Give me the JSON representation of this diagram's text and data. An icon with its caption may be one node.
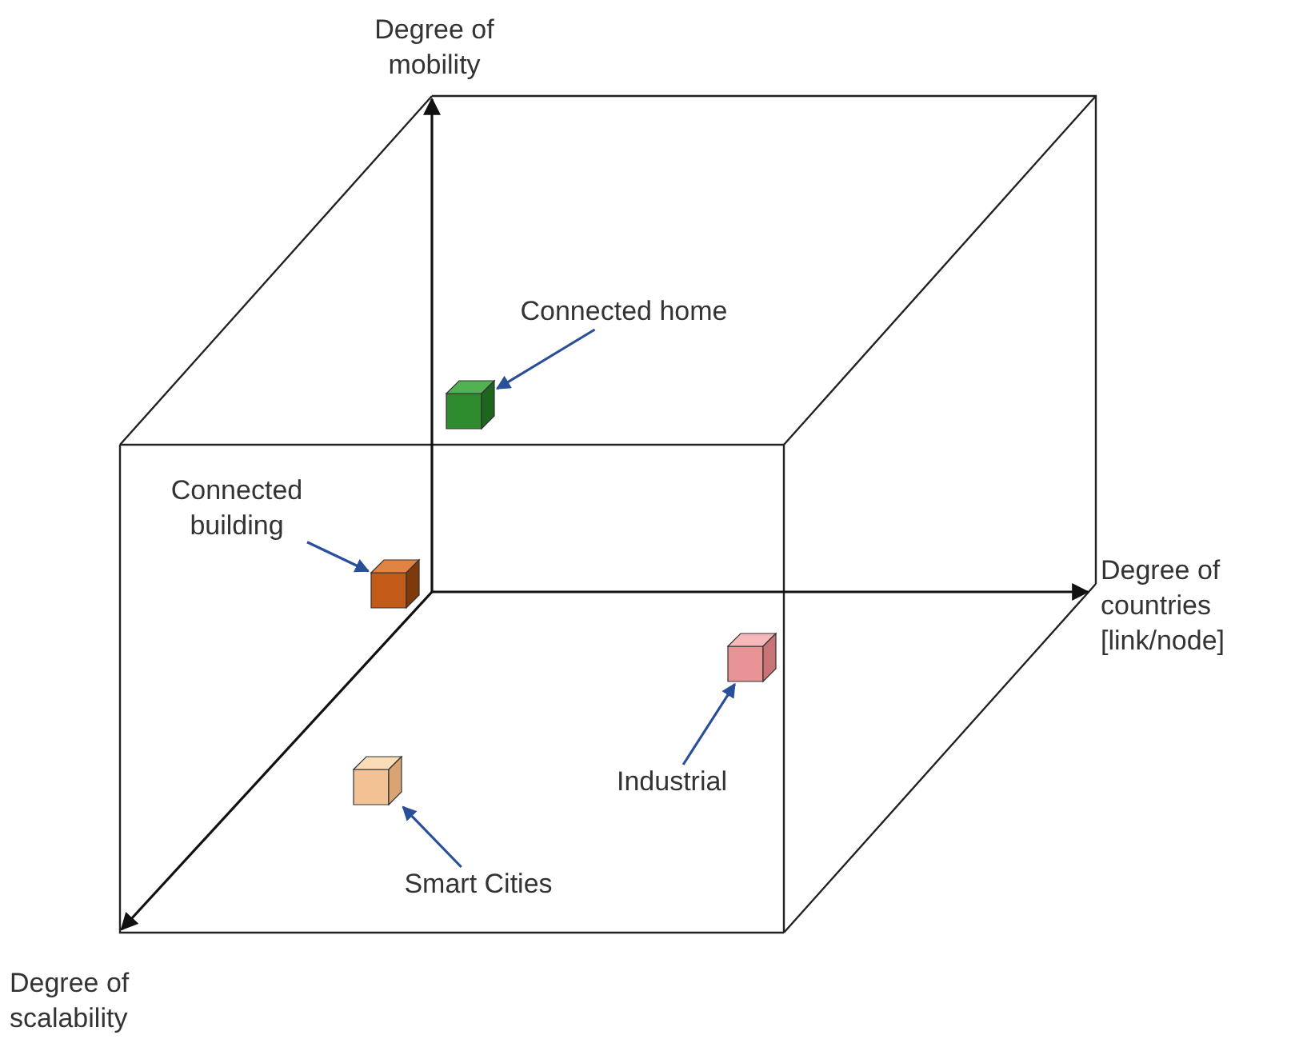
{
  "diagram": {
    "nodes": [
      {
        "text": [
          "Connected home"
        ]
      },
      {
        "text": [],
        "shape": "cube"
      },
      {
        "text": [
          "Connected building"
        ]
      },
      {
        "text": [],
        "shape": "cube"
      },
      {
        "text": [],
        "shape": "cube"
      },
      {
        "text": [
          "Industrial"
        ]
      },
      {
        "text": [],
        "shape": "cube"
      },
      {
        "text": [
          "Smart Cities"
        ]
      }
    ],
    "edges": [
      {
        "from": 0,
        "to": 1,
        "arrow": "to"
      },
      {
        "from": 2,
        "to": 3,
        "arrow": "to"
      },
      {
        "from": 5,
        "to": 4,
        "arrow": "to"
      },
      {
        "from": 7,
        "to": 6,
        "arrow": "to"
      }
    ],
    "labels": [
      "Degree of mobility",
      "Degree of countries [link/node]",
      "Degree of scalability"
    ]
  }
}
